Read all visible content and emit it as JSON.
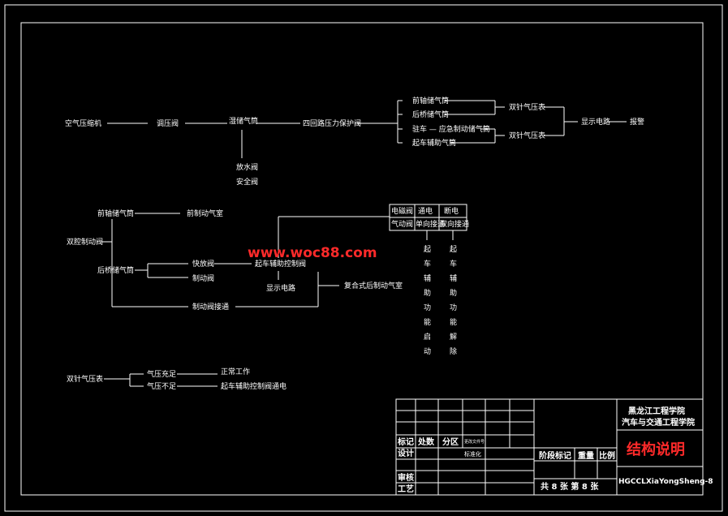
{
  "watermark": "www.woc88.com",
  "diagram1": {
    "air_compressor": "空气压缩机",
    "pressure_regulator": "调压阀",
    "wet_tank": "湿储气筒",
    "four_circuit_valve": "四回路压力保护阀",
    "front_axle_tank": "前轴储气筒",
    "rear_axle_tank": "后桥储气筒",
    "parking_emergency": "驻车 — 应急制动储气筒",
    "start_aux_tank": "起车辅助气筒",
    "dual_gauge_1": "双针气压表",
    "dual_gauge_2": "双针气压表",
    "display_circuit": "显示电路",
    "alarm": "报警",
    "drain_valve": "放水阀",
    "safety_valve": "安全阀"
  },
  "diagram2": {
    "front_tank": "前轴储气筒",
    "front_chamber": "前制动气室",
    "dual_brake_valve": "双腔制动阀",
    "rear_tank": "后桥储气筒",
    "relay_valve": "快放阀",
    "brake_valve": "制动阀",
    "brake_valve_connect": "制动阀接通",
    "start_aux_control": "起车辅助控制阀",
    "display_circuit": "显示电路",
    "compound_chamber": "复合式后制动气室",
    "table": {
      "row1": [
        "电磁阀",
        "通电",
        "断电"
      ],
      "row2": [
        "气动阀",
        "单向接通",
        "双向接通"
      ]
    },
    "col_activate": [
      "起",
      "车",
      "辅",
      "助",
      "功",
      "能",
      "启",
      "动"
    ],
    "col_release": [
      "起",
      "车",
      "辅",
      "助",
      "功",
      "能",
      "解",
      "除"
    ]
  },
  "diagram3": {
    "dual_gauge": "双针气压表",
    "pressure_ok": "气压充足",
    "pressure_low": "气压不足",
    "normal_work": "正常工作",
    "valve_energized": "起车辅助控制阀通电"
  },
  "title_block": {
    "school": "黑龙江工程学院",
    "dept": "汽车与交通工程学院",
    "drawing_title": "结构说明",
    "labels_row1": [
      "标记",
      "处数",
      "分区"
    ],
    "small_note1": "更改文件号",
    "design": "设计",
    "std": "标准化",
    "review": "审核",
    "process": "工艺",
    "stage_mark": "阶段标记",
    "weight": "重量",
    "scale": "比例",
    "sheet_count": "共 8 张  第 8 张",
    "drawing_no": "HGCCLXiaYongSheng-8"
  }
}
